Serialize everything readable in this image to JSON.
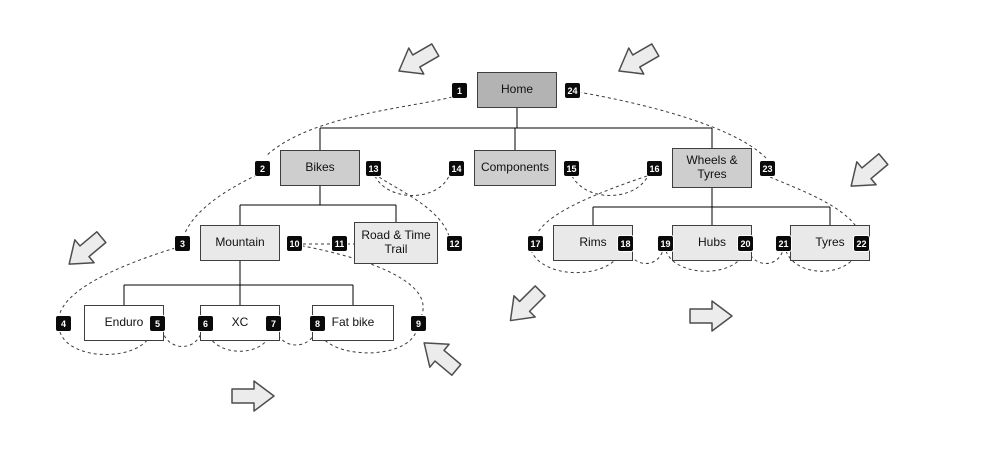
{
  "tree": {
    "nodes": {
      "home": "Home",
      "bikes": "Bikes",
      "components": "Components",
      "wheels_tyres": "Wheels & Tyres",
      "mountain": "Mountain",
      "road_time_trail": "Road & Time Trail",
      "enduro": "Enduro",
      "xc": "XC",
      "fat_bike": "Fat bike",
      "rims": "Rims",
      "hubs": "Hubs",
      "tyres": "Tyres"
    },
    "visit_order_badges": {
      "b1": "1",
      "b2": "2",
      "b3": "3",
      "b4": "4",
      "b5": "5",
      "b6": "6",
      "b7": "7",
      "b8": "8",
      "b9": "9",
      "b10": "10",
      "b11": "11",
      "b12": "12",
      "b13": "13",
      "b14": "14",
      "b15": "15",
      "b16": "16",
      "b17": "17",
      "b18": "18",
      "b19": "19",
      "b20": "20",
      "b21": "21",
      "b22": "22",
      "b23": "23",
      "b24": "24"
    },
    "colors": {
      "root_fill": "#b3b3b3",
      "level2_fill": "#cecece",
      "level3_fill": "#e9e9e9",
      "leaf_fill": "#ffffff",
      "badge_fill": "#0a0a0a",
      "arrow_fill": "#ececec"
    }
  }
}
